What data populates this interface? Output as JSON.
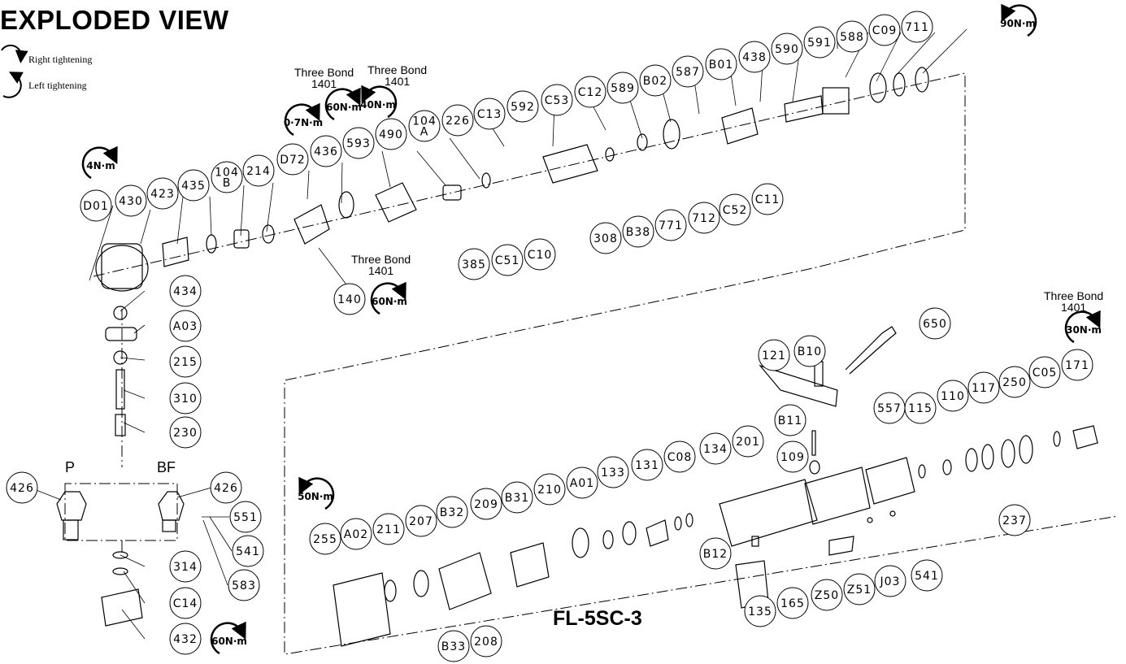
{
  "title": "EXPLODED VIEW",
  "legend": {
    "right": "Right tightening",
    "left": "Left tightening"
  },
  "model": "FL-5SC-3",
  "variants": {
    "p": "P",
    "bf": "BF"
  },
  "sealant": "Three Bond",
  "sealant_code": "1401",
  "torques": [
    "4N·m",
    "0·7N·m",
    "60N·m",
    "40N·m",
    "60N·m",
    "90N·m",
    "60N·m",
    "50N·m",
    "30N·m"
  ],
  "parts": [
    "D01",
    "430",
    "423",
    "435",
    "104\nB",
    "214",
    "D72",
    "436",
    "593",
    "490",
    "104\nA",
    "226",
    "C13",
    "592",
    "C53",
    "C12",
    "589",
    "B02",
    "587",
    "B01",
    "438",
    "590",
    "591",
    "588",
    "C09",
    "711",
    "140",
    "385",
    "C51",
    "C10",
    "308",
    "B38",
    "771",
    "712",
    "C52",
    "C11",
    "434",
    "A03",
    "215",
    "310",
    "230",
    "426",
    "426",
    "551",
    "541",
    "583",
    "314",
    "C14",
    "432",
    "650",
    "121",
    "B10",
    "B11",
    "109",
    "557",
    "115",
    "110",
    "117",
    "250",
    "C05",
    "171",
    "237",
    "255",
    "A02",
    "211",
    "207",
    "B32",
    "209",
    "B31",
    "210",
    "A01",
    "133",
    "131",
    "C08",
    "134",
    "201",
    "B12",
    "135",
    "165",
    "Z50",
    "Z51",
    "J03",
    "541",
    "B33",
    "208"
  ],
  "colors": {
    "ink": "#000000",
    "background": "#ffffff"
  }
}
